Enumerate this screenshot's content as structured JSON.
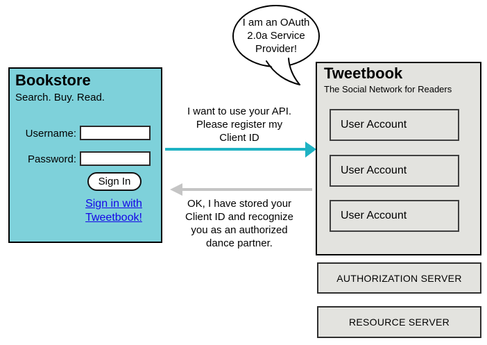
{
  "bubble": {
    "lines": [
      "I am an OAuth",
      "2.0a Service",
      "Provider!"
    ]
  },
  "bookstore": {
    "title": "Bookstore",
    "tagline": "Search. Buy. Read.",
    "username_label": "Username:",
    "username_value": "",
    "password_label": "Password:",
    "password_value": "",
    "sign_in_button": "Sign In",
    "oauth_link_line1": "Sign in with",
    "oauth_link_line2": "Tweetbook!"
  },
  "messages": {
    "request": [
      "I want to use your API.",
      "Please register my",
      "Client ID"
    ],
    "response": [
      "OK, I have stored your",
      "Client ID and recognize",
      "you as an authorized",
      "dance partner."
    ]
  },
  "tweetbook": {
    "title": "Tweetbook",
    "tagline": "The Social Network for Readers",
    "user_accounts": [
      "User Account",
      "User Account",
      "User Account"
    ]
  },
  "servers": {
    "authorization": "AUTHORIZATION SERVER",
    "resource": "RESOURCE SERVER"
  },
  "colors": {
    "bookstore-fill": "#7ed1da",
    "panel-fill": "#e3e3df",
    "arrow-request": "#1eb2c3",
    "arrow-response": "#c5c5c5",
    "link-color": "#1405e6"
  }
}
